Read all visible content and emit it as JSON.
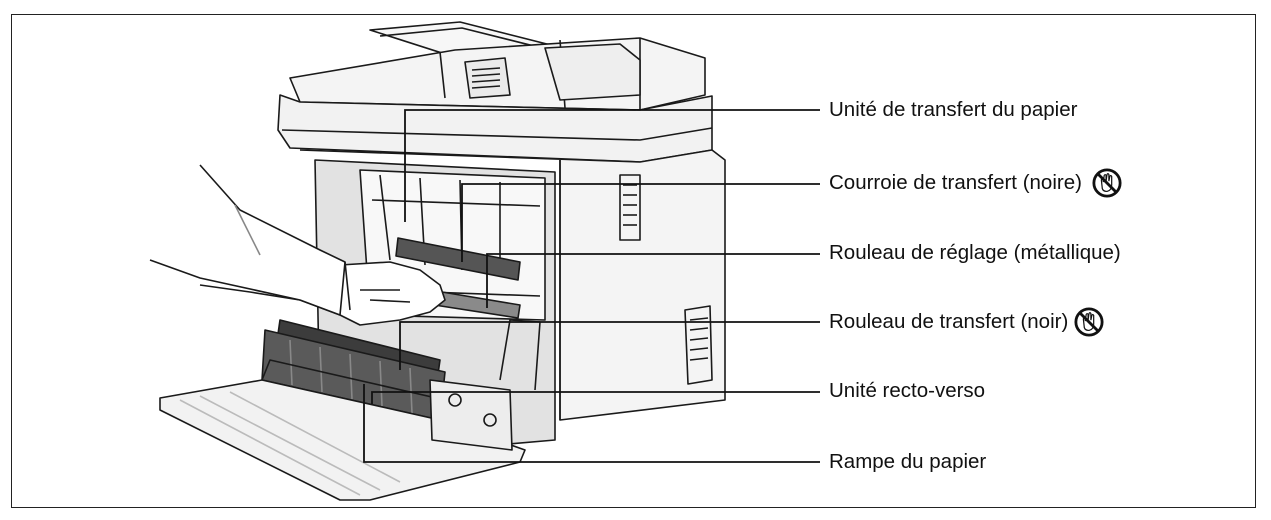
{
  "labels": {
    "paper_transfer_unit": "Unité de transfert du papier",
    "transfer_belt": "Courroie de transfert (noire)",
    "registration_roller": "Rouleau de réglage (métallique)",
    "transfer_roller": "Rouleau de transfert (noir)",
    "duplex_unit": "Unité recto-verso",
    "paper_chute": "Rampe du papier"
  },
  "icons": {
    "warning_icon": "no-touch-hand-icon"
  },
  "colors": {
    "line": "#111111",
    "outline": "#1a1a1a",
    "printer_fill": "#f4f4f4",
    "shadow": "#cfcfcf"
  }
}
